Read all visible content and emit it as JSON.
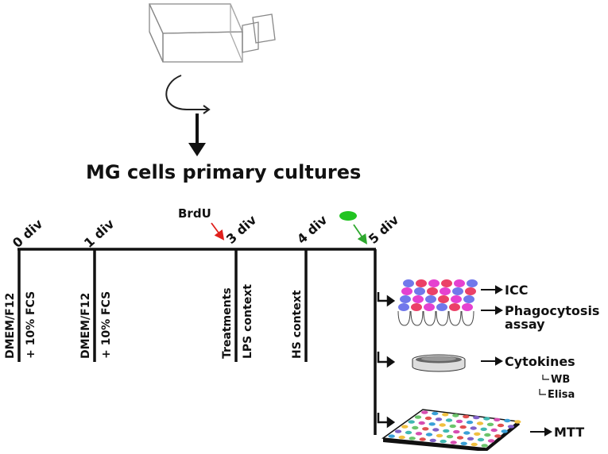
{
  "title": "MG cells primary cultures",
  "timeline": {
    "day0": "0 div",
    "day1": "1 div",
    "day3": "3 div",
    "day4": "4 div",
    "day5": "5 div",
    "brdu": "BrdU"
  },
  "media": {
    "m0_line1": "DMEM/F12",
    "m0_line2": "+ 10% FCS",
    "m1_line1": "DMEM/F12",
    "m1_line2": "+ 10% FCS"
  },
  "conditions": {
    "treatments": "Treatments",
    "lps": "LPS context",
    "hs": "HS context"
  },
  "outputs": {
    "icc": "ICC",
    "phago_line1": "Phagocytosis",
    "phago_line2": "assay",
    "cytokines": "Cytokines",
    "wb": "WB",
    "elisa": "Elisa",
    "mtt": "MTT"
  },
  "colors": {
    "brdu_arrow": "#e0201c",
    "green_arrow": "#2ea82e",
    "green_dot": "#22c422",
    "well_blue": "#5860e8",
    "well_red": "#e8204c",
    "well_magenta": "#e020c8"
  }
}
